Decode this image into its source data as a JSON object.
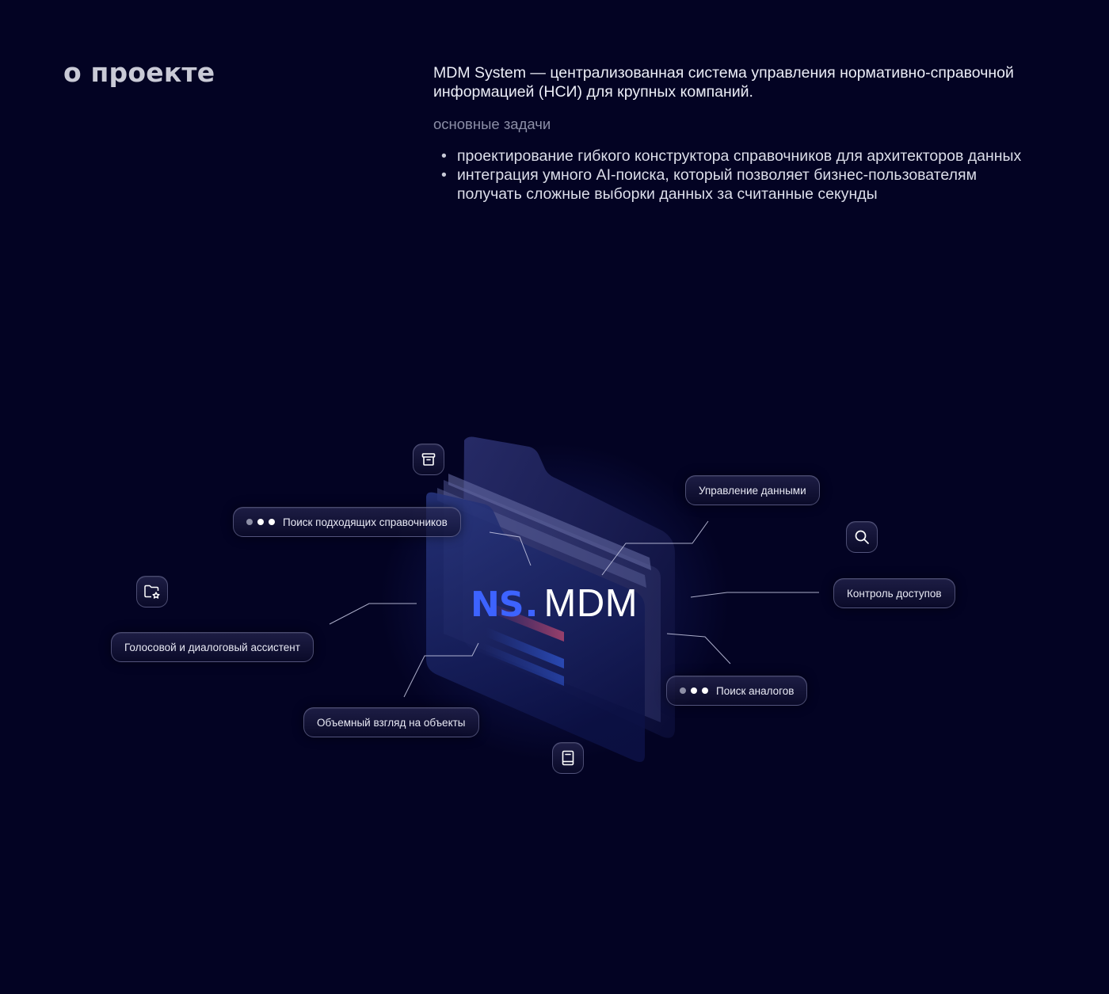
{
  "section_title": "о проекте",
  "intro": "MDM System — централизованная система управления нормативно-справочной информацией (НСИ) для крупных компаний.",
  "tasks_heading": "основные задачи",
  "tasks": [
    "проектирование гибкого конструктора справочников для архитекторов данных",
    "интеграция умного AI-поиска, который позволяет бизнес-пользователям получать сложные выборки данных за считанные секунды"
  ],
  "logo": {
    "prefix": "NS",
    "suffix": "MDM",
    "accent_color": "#3d63ff"
  },
  "feature_tags": {
    "search_references": "Поиск подходящих справочников",
    "data_management": "Управление данными",
    "access_control": "Контроль доступов",
    "voice_assistant": "Голосовой и диалоговый ассистент",
    "volume_view": "Объемный взгляд на объекты",
    "analog_search": "Поиск аналогов"
  },
  "icons": [
    "archive-box-icon",
    "folder-star-icon",
    "search-icon",
    "book-icon"
  ],
  "colors": {
    "background": "#030323",
    "accent": "#3d63ff",
    "text": "#eceef7",
    "muted": "#8b8ea6"
  }
}
